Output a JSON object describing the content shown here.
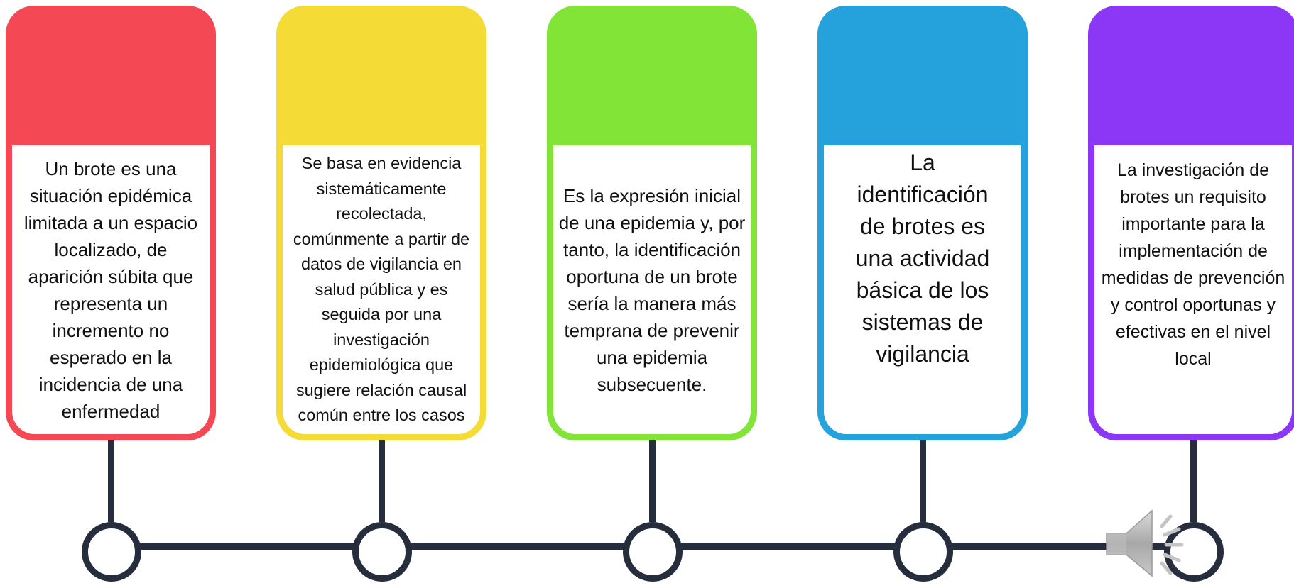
{
  "colors": {
    "red": "#f44955",
    "yellow": "#f4db35",
    "green": "#82e436",
    "blue": "#25a2dc",
    "purple": "#8c36f6",
    "timeline": "#262d3d"
  },
  "cards": [
    {
      "color": "#f44955",
      "text": "Un brote es una situación epidémica limitada a un espacio localizado, de aparición súbita que representa un incremento no esperado en la incidencia de una enfermedad"
    },
    {
      "color": "#f4db35",
      "text": "Se basa en evidencia sistemáticamente recolectada, comúnmente a partir de  datos de vigilancia en salud pública y es seguida por una investigación epidemiológica que sugiere relación causal común entre los casos"
    },
    {
      "color": "#82e436",
      "text": "Es la expresión inicial de una epidemia y, por tanto, la identificación oportuna de un brote sería la manera más temprana de prevenir una epidemia subsecuente."
    },
    {
      "color": "#25a2dc",
      "text": "La identificación de brotes es una actividad básica de los sistemas de vigilancia"
    },
    {
      "color": "#8c36f6",
      "text": "La investigación de brotes un requisito importante para la implementación de medidas de prevención y control oportunas y efectivas en el nivel local"
    }
  ],
  "audio_icon": "speaker-icon"
}
